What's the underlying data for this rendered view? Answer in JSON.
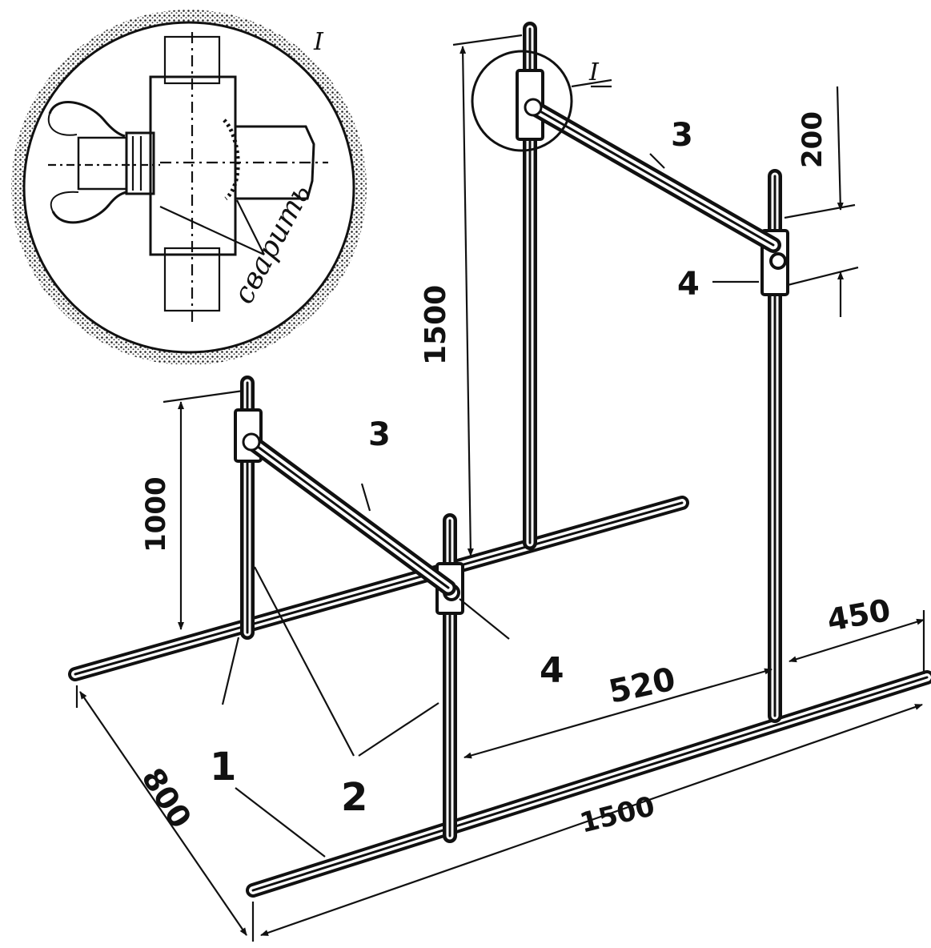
{
  "detail": {
    "callout": "I",
    "weld_note": "сварить"
  },
  "parts": {
    "tube_long": "1",
    "post": "2",
    "crossbar": "3",
    "clamp": "4"
  },
  "dimensions": {
    "front_post_height": "1000",
    "rear_post_height": "1500",
    "clamp_adjust": "200",
    "post_spacing": "520",
    "post_to_end": "450",
    "base_length": "1500",
    "base_width": "800"
  }
}
